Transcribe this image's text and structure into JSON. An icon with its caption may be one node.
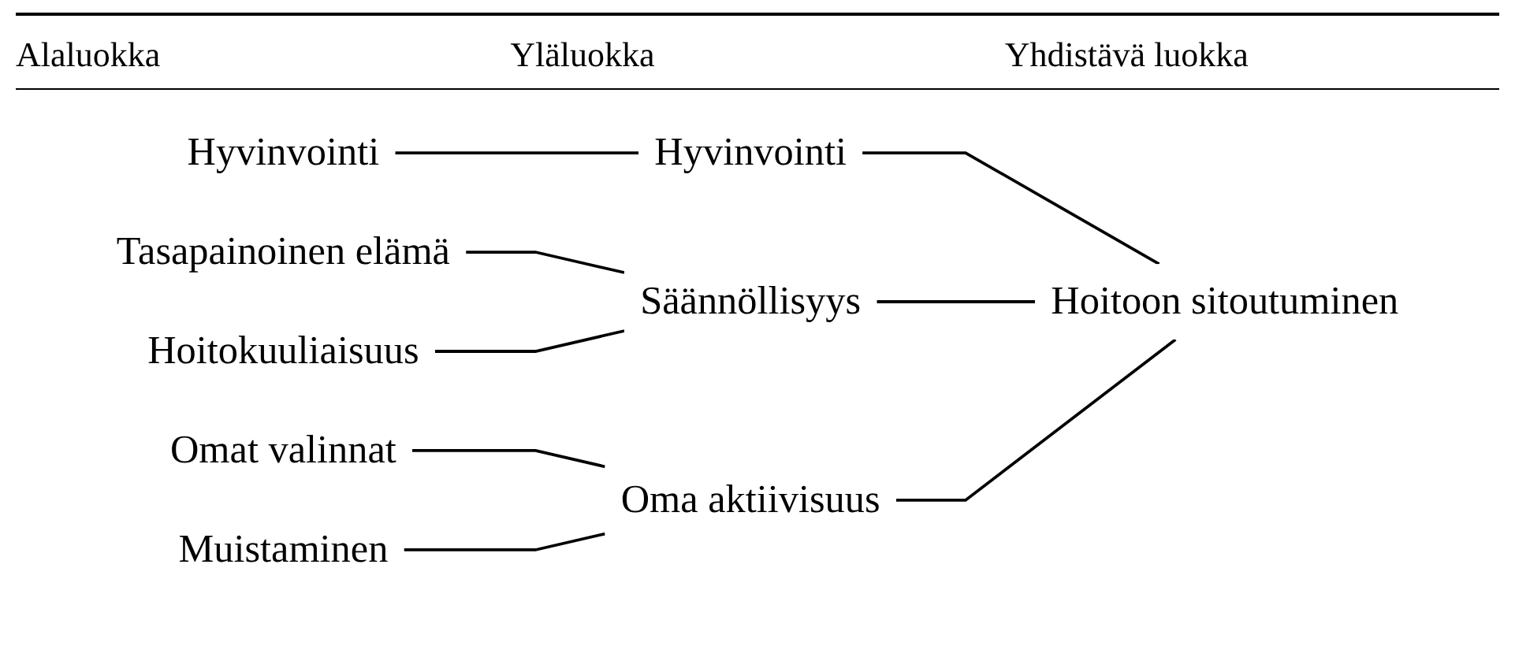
{
  "diagram": {
    "nodes": [
      {
        "text": [
          "Hyvinvointi"
        ]
      },
      {
        "text": [
          "Tasapainoinen elämä"
        ]
      },
      {
        "text": [
          "Hoitokuuliaisuus"
        ]
      },
      {
        "text": [
          "Omat valinnat"
        ]
      },
      {
        "text": [
          "Muistaminen"
        ]
      },
      {
        "text": [
          "Hyvinvointi"
        ]
      },
      {
        "text": [
          "Säännöllisyys"
        ]
      },
      {
        "text": [
          "Oma aktiivisuus"
        ]
      },
      {
        "text": [
          "Hoitoon sitoutuminen"
        ]
      }
    ],
    "edges": [
      {
        "from": 0,
        "to": 5,
        "arrow": "none"
      },
      {
        "from": 1,
        "to": 6,
        "arrow": "none"
      },
      {
        "from": 2,
        "to": 6,
        "arrow": "none"
      },
      {
        "from": 3,
        "to": 7,
        "arrow": "none"
      },
      {
        "from": 4,
        "to": 7,
        "arrow": "none"
      },
      {
        "from": 5,
        "to": 8,
        "arrow": "none"
      },
      {
        "from": 6,
        "to": 8,
        "arrow": "none"
      },
      {
        "from": 7,
        "to": 8,
        "arrow": "none"
      }
    ],
    "labels": [
      "Alaluokka",
      "Yläluokka",
      "Yhdistävä luokka"
    ]
  }
}
